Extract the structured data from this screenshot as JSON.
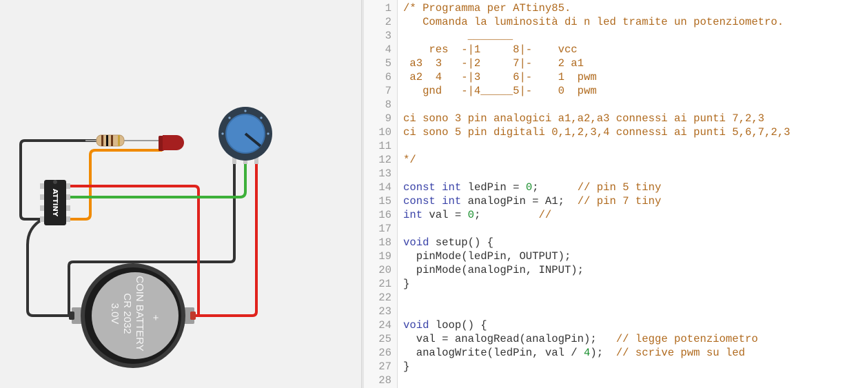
{
  "circuit": {
    "chip_label": "ATTINY",
    "battery_lines": [
      "COIN BATTERY",
      "CR 2032",
      "3.0V"
    ],
    "battery_symbol": "+",
    "wire_colors": {
      "black": "#333333",
      "red": "#e0231d",
      "green": "#3db03a",
      "orange": "#f08a00"
    },
    "led_color": "#a51f1f",
    "pot_color": "#4a86c6"
  },
  "editor": {
    "lines": [
      {
        "n": "1",
        "tokens": [
          [
            "comment",
            "/* Programma per ATtiny85."
          ]
        ]
      },
      {
        "n": "2",
        "tokens": [
          [
            "comment",
            "   Comanda la luminosità di n led tramite un potenziometro."
          ]
        ]
      },
      {
        "n": "3",
        "tokens": [
          [
            "comment",
            "          _______"
          ]
        ]
      },
      {
        "n": "4",
        "tokens": [
          [
            "comment",
            "    res  -|1     8|-    vcc"
          ]
        ]
      },
      {
        "n": "5",
        "tokens": [
          [
            "comment",
            " a3  3   -|2     7|-    2 a1"
          ]
        ]
      },
      {
        "n": "6",
        "tokens": [
          [
            "comment",
            " a2  4   -|3     6|-    1  pwm"
          ]
        ]
      },
      {
        "n": "7",
        "tokens": [
          [
            "comment",
            "   gnd   -|4_____5|-    0  pwm"
          ]
        ]
      },
      {
        "n": "8",
        "tokens": []
      },
      {
        "n": "9",
        "tokens": [
          [
            "comment",
            "ci sono 3 pin analogici a1,a2,a3 connessi ai punti 7,2,3"
          ]
        ]
      },
      {
        "n": "10",
        "tokens": [
          [
            "comment",
            "ci sono 5 pin digitali 0,1,2,3,4 connessi ai punti 5,6,7,2,3"
          ]
        ]
      },
      {
        "n": "11",
        "tokens": []
      },
      {
        "n": "12",
        "tokens": [
          [
            "comment",
            "*/"
          ]
        ]
      },
      {
        "n": "13",
        "tokens": []
      },
      {
        "n": "14",
        "tokens": [
          [
            "keyword",
            "const"
          ],
          [
            "text",
            " "
          ],
          [
            "keyword",
            "int"
          ],
          [
            "text",
            " ledPin = "
          ],
          [
            "number",
            "0"
          ],
          [
            "text",
            ";      "
          ],
          [
            "comment",
            "// pin 5 tiny"
          ]
        ]
      },
      {
        "n": "15",
        "tokens": [
          [
            "keyword",
            "const"
          ],
          [
            "text",
            " "
          ],
          [
            "keyword",
            "int"
          ],
          [
            "text",
            " analogPin = A1;  "
          ],
          [
            "comment",
            "// pin 7 tiny"
          ]
        ]
      },
      {
        "n": "16",
        "tokens": [
          [
            "keyword",
            "int"
          ],
          [
            "text",
            " val = "
          ],
          [
            "number",
            "0"
          ],
          [
            "text",
            ";         "
          ],
          [
            "comment",
            "//"
          ]
        ]
      },
      {
        "n": "17",
        "tokens": []
      },
      {
        "n": "18",
        "tokens": [
          [
            "keyword",
            "void"
          ],
          [
            "text",
            " setup() {"
          ]
        ]
      },
      {
        "n": "19",
        "tokens": [
          [
            "text",
            "  pinMode(ledPin, OUTPUT);"
          ]
        ]
      },
      {
        "n": "20",
        "tokens": [
          [
            "text",
            "  pinMode(analogPin, INPUT);"
          ]
        ]
      },
      {
        "n": "21",
        "tokens": [
          [
            "text",
            "}"
          ]
        ]
      },
      {
        "n": "22",
        "tokens": []
      },
      {
        "n": "23",
        "tokens": []
      },
      {
        "n": "24",
        "tokens": [
          [
            "keyword",
            "void"
          ],
          [
            "text",
            " loop() {"
          ]
        ]
      },
      {
        "n": "25",
        "tokens": [
          [
            "text",
            "  val = analogRead(analogPin);   "
          ],
          [
            "comment",
            "// legge potenziometro"
          ]
        ]
      },
      {
        "n": "26",
        "tokens": [
          [
            "text",
            "  analogWrite(ledPin, val / "
          ],
          [
            "number",
            "4"
          ],
          [
            "text",
            ");  "
          ],
          [
            "comment",
            "// scrive pwm su led"
          ]
        ]
      },
      {
        "n": "27",
        "tokens": [
          [
            "text",
            "}"
          ]
        ]
      },
      {
        "n": "28",
        "tokens": []
      }
    ]
  }
}
